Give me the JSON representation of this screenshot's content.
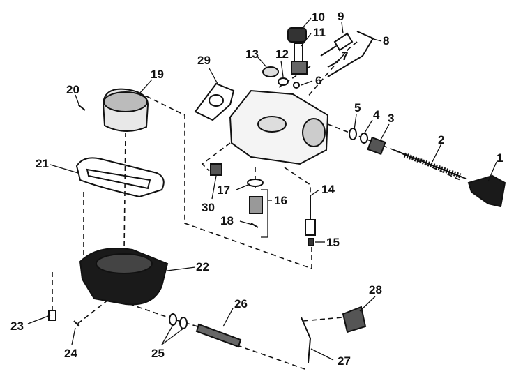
{
  "diagram": {
    "parts": [
      {
        "number": "1"
      },
      {
        "number": "2"
      },
      {
        "number": "3"
      },
      {
        "number": "4"
      },
      {
        "number": "5"
      },
      {
        "number": "6"
      },
      {
        "number": "7"
      },
      {
        "number": "8"
      },
      {
        "number": "9"
      },
      {
        "number": "10"
      },
      {
        "number": "11"
      },
      {
        "number": "12"
      },
      {
        "number": "13"
      },
      {
        "number": "14"
      },
      {
        "number": "15"
      },
      {
        "number": "16"
      },
      {
        "number": "17"
      },
      {
        "number": "18"
      },
      {
        "number": "19"
      },
      {
        "number": "20"
      },
      {
        "number": "21"
      },
      {
        "number": "22"
      },
      {
        "number": "23"
      },
      {
        "number": "24"
      },
      {
        "number": "25"
      },
      {
        "number": "26"
      },
      {
        "number": "27"
      },
      {
        "number": "28"
      },
      {
        "number": "29"
      },
      {
        "number": "30"
      }
    ]
  }
}
